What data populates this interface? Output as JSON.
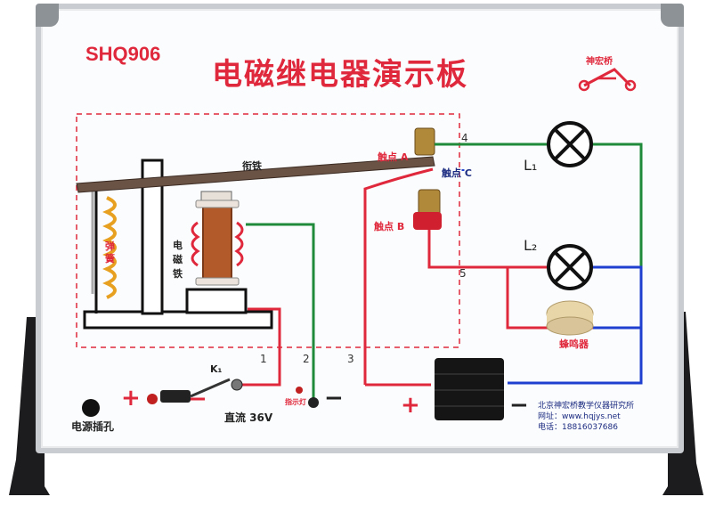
{
  "model_code": "SHQ906",
  "title": "电磁继电器演示板",
  "logo_text": "神宏桥",
  "labels": {
    "armature": "衔铁",
    "contact_a": "触点 A",
    "contact_b": "触点 B",
    "contact_c": "触点 C",
    "spring": "弹簧",
    "electromagnet": "电磁铁",
    "switch": "K₁",
    "dc_voltage": "直流 36V",
    "indicator": "指示灯",
    "power_socket": "电源插孔",
    "buzzer": "蜂鸣器",
    "lamp1": "L₁",
    "lamp2": "L₂"
  },
  "terminals": [
    "1",
    "2",
    "3",
    "4",
    "5"
  ],
  "signs": {
    "plus": "+",
    "minus": "−"
  },
  "footer": {
    "company": "北京神宏桥教学仪器研究所",
    "website": "网址：www.hqjys.net",
    "phone": "电话：18816037686"
  },
  "colors": {
    "red": "#e0283c",
    "green": "#1f8a3a",
    "blue": "#1f3fd0",
    "black": "#111111"
  }
}
